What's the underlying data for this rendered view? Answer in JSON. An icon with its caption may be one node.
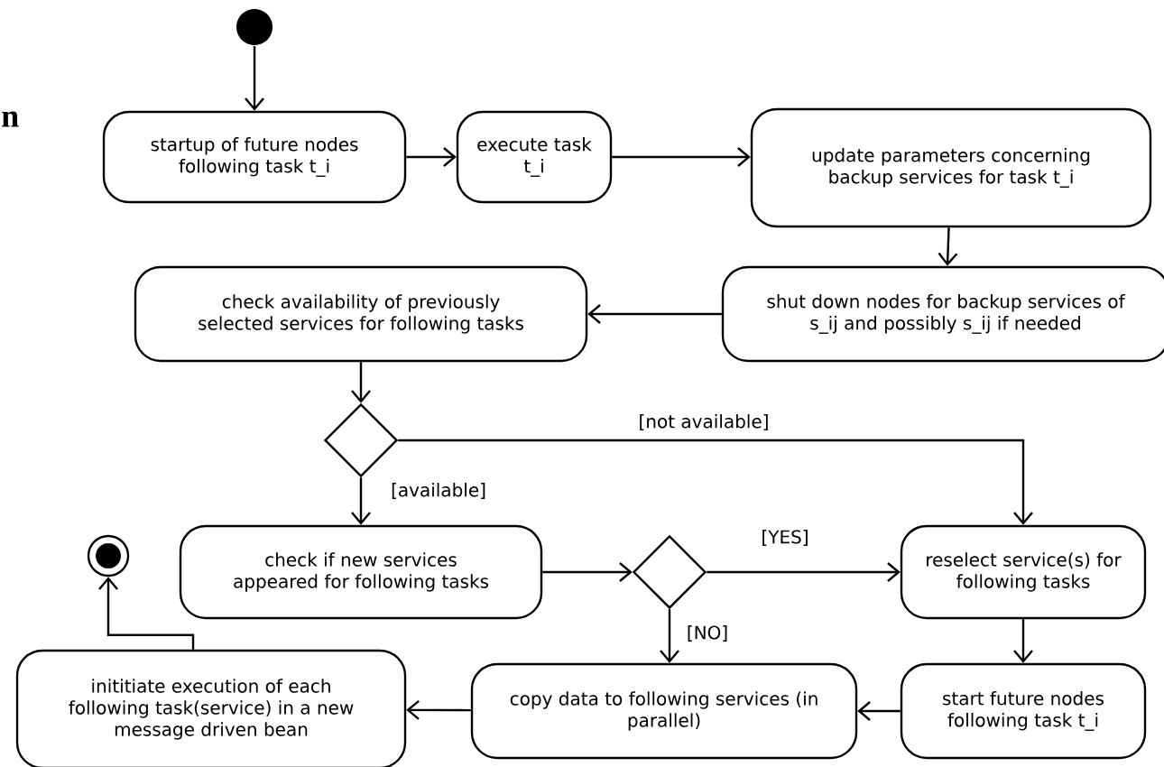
{
  "diagram": {
    "nodes": [
      {
        "text": [],
        "shape": "circle"
      },
      {
        "text": [
          "startup of future nodes following task t_i"
        ]
      },
      {
        "text": [
          "execute task t_i"
        ]
      },
      {
        "text": [
          "update parameters concerning backup services for task t_i"
        ]
      },
      {
        "text": [
          "shut down nodes for backup services of s_ij and possibly s_ij if needed"
        ]
      },
      {
        "text": [
          "check availability of previously selected services for following tasks"
        ]
      },
      {
        "text": [],
        "shape": "diamond"
      },
      {
        "text": [
          "check if new services appeared for following tasks"
        ]
      },
      {
        "text": [],
        "shape": "diamond"
      },
      {
        "text": [
          "reselect service(s) for following tasks"
        ]
      },
      {
        "text": [
          "start future nodes following task t_i"
        ]
      },
      {
        "text": [
          "copy data to following services (in parallel)"
        ]
      },
      {
        "text": [
          "inititiate execution of each following task(service) in a new message driven bean"
        ]
      },
      {
        "text": [],
        "shape": "circle"
      }
    ],
    "edges": [
      {
        "from": 0,
        "to": 1,
        "arrow": "to"
      },
      {
        "from": 1,
        "to": 2,
        "arrow": "to"
      },
      {
        "from": 2,
        "to": 3,
        "arrow": "to"
      },
      {
        "from": 3,
        "to": 4,
        "arrow": "to"
      },
      {
        "from": 4,
        "to": 5,
        "arrow": "to"
      },
      {
        "from": 5,
        "to": 6,
        "arrow": "to"
      },
      {
        "from": 6,
        "to": 9,
        "arrow": "to",
        "label": "[not available]"
      },
      {
        "from": 6,
        "to": 7,
        "arrow": "to",
        "label": "[available]"
      },
      {
        "from": 7,
        "to": 8,
        "arrow": "to"
      },
      {
        "from": 8,
        "to": 9,
        "arrow": "to",
        "label": "[YES]"
      },
      {
        "from": 8,
        "to": 11,
        "arrow": "to",
        "label": "[NO]"
      },
      {
        "from": 9,
        "to": 10,
        "arrow": "to"
      },
      {
        "from": 10,
        "to": 11,
        "arrow": "to"
      },
      {
        "from": 11,
        "to": 12,
        "arrow": "to"
      },
      {
        "from": 12,
        "to": 13,
        "arrow": "to"
      }
    ],
    "labels": [
      "n"
    ]
  }
}
